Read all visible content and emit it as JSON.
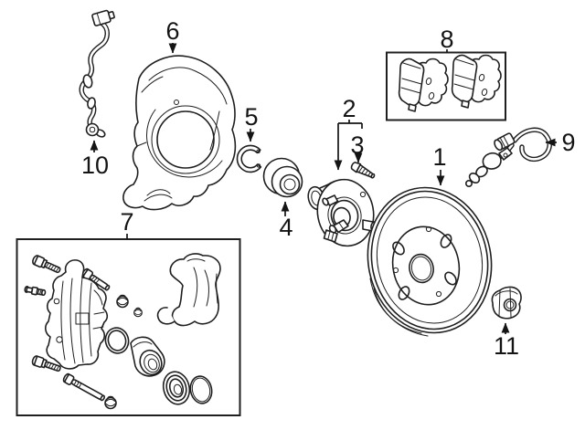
{
  "diagram": {
    "background_color": "#ffffff",
    "line_color": "#1f1f1f",
    "label_color": "#141414",
    "callouts": [
      {
        "label": "1",
        "part": "brake-rotor"
      },
      {
        "label": "2",
        "part": "hub-assembly"
      },
      {
        "label": "3",
        "part": "hub-bolt"
      },
      {
        "label": "4",
        "part": "wheel-bearing"
      },
      {
        "label": "5",
        "part": "snap-ring"
      },
      {
        "label": "6",
        "part": "splash-shield"
      },
      {
        "label": "7",
        "part": "caliper-overhaul-kit"
      },
      {
        "label": "8",
        "part": "brake-pad-set"
      },
      {
        "label": "9",
        "part": "brake-hose"
      },
      {
        "label": "10",
        "part": "abs-speed-sensor-wire"
      },
      {
        "label": "11",
        "part": "hub-nut"
      }
    ]
  }
}
